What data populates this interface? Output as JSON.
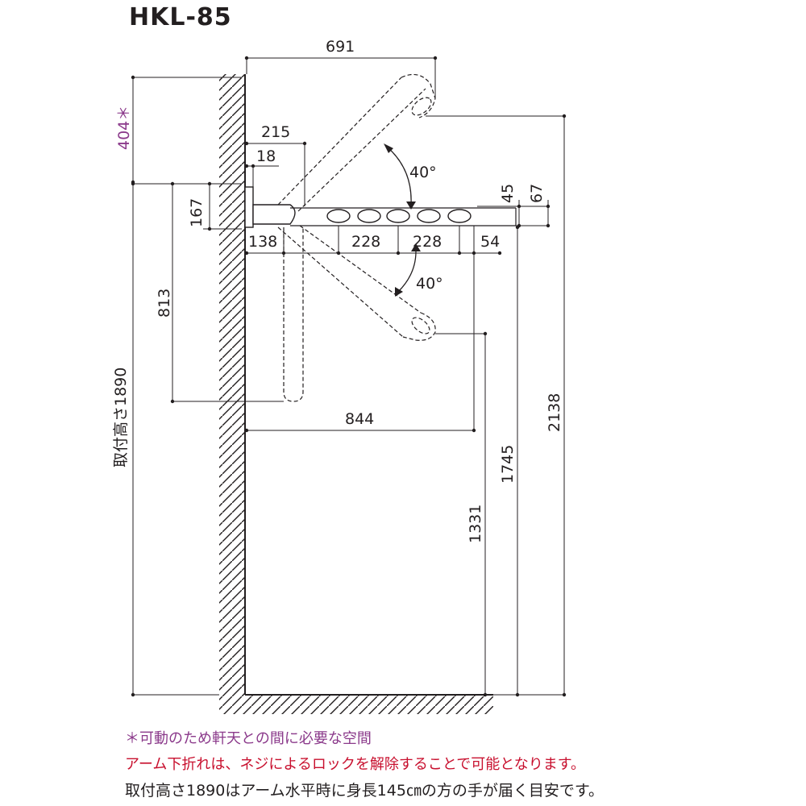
{
  "title": "HKL-85",
  "dimensions": {
    "d691": "691",
    "d215": "215",
    "d18": "18",
    "d167": "167",
    "d138": "138",
    "d228a": "228",
    "d228b": "228",
    "d54": "54",
    "d45": "45",
    "d67": "67",
    "d404": "404＊",
    "angle_upper": "40°",
    "angle_lower": "40°",
    "d813": "813",
    "d844": "844",
    "d1331": "1331",
    "d1745": "1745",
    "d2138": "2138",
    "mount_height": "取付高さ1890"
  },
  "notes": {
    "clearance": "＊可動のため軒天との間に必要な空間",
    "folding": "アーム下折れは、ネジによるロックを解除することで可能となります。",
    "height_guide": "取付高さ1890はアーム水平時に身長145㎝の方の手が届く目安です。"
  },
  "colors": {
    "line": "#231f20",
    "accent_purple": "#8b3a8b",
    "warning_red": "#c8102e"
  }
}
